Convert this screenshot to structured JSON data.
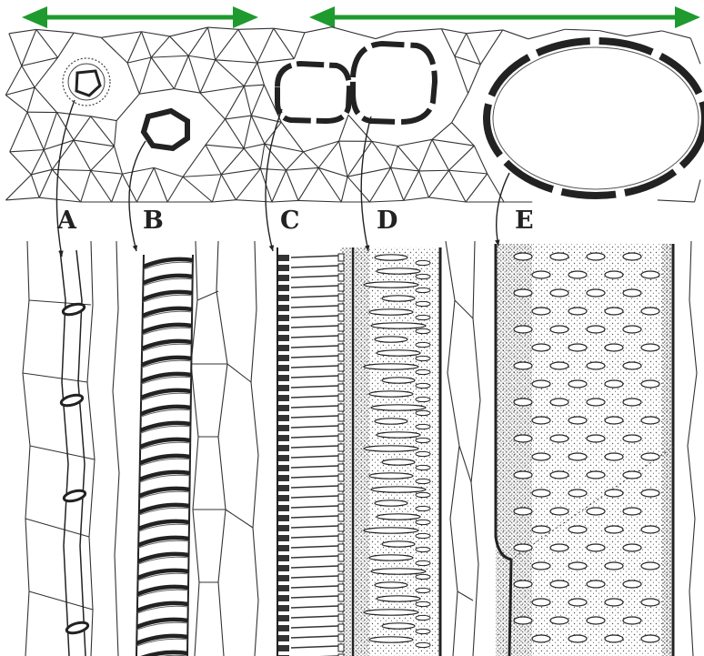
{
  "labels": {
    "a": "A",
    "b": "B",
    "c": "C",
    "d": "D",
    "e": "E"
  },
  "colors": {
    "arrow": "#1e9a2e",
    "ink": "#222222",
    "paper": "#ffffff",
    "stipple": "#555555"
  }
}
